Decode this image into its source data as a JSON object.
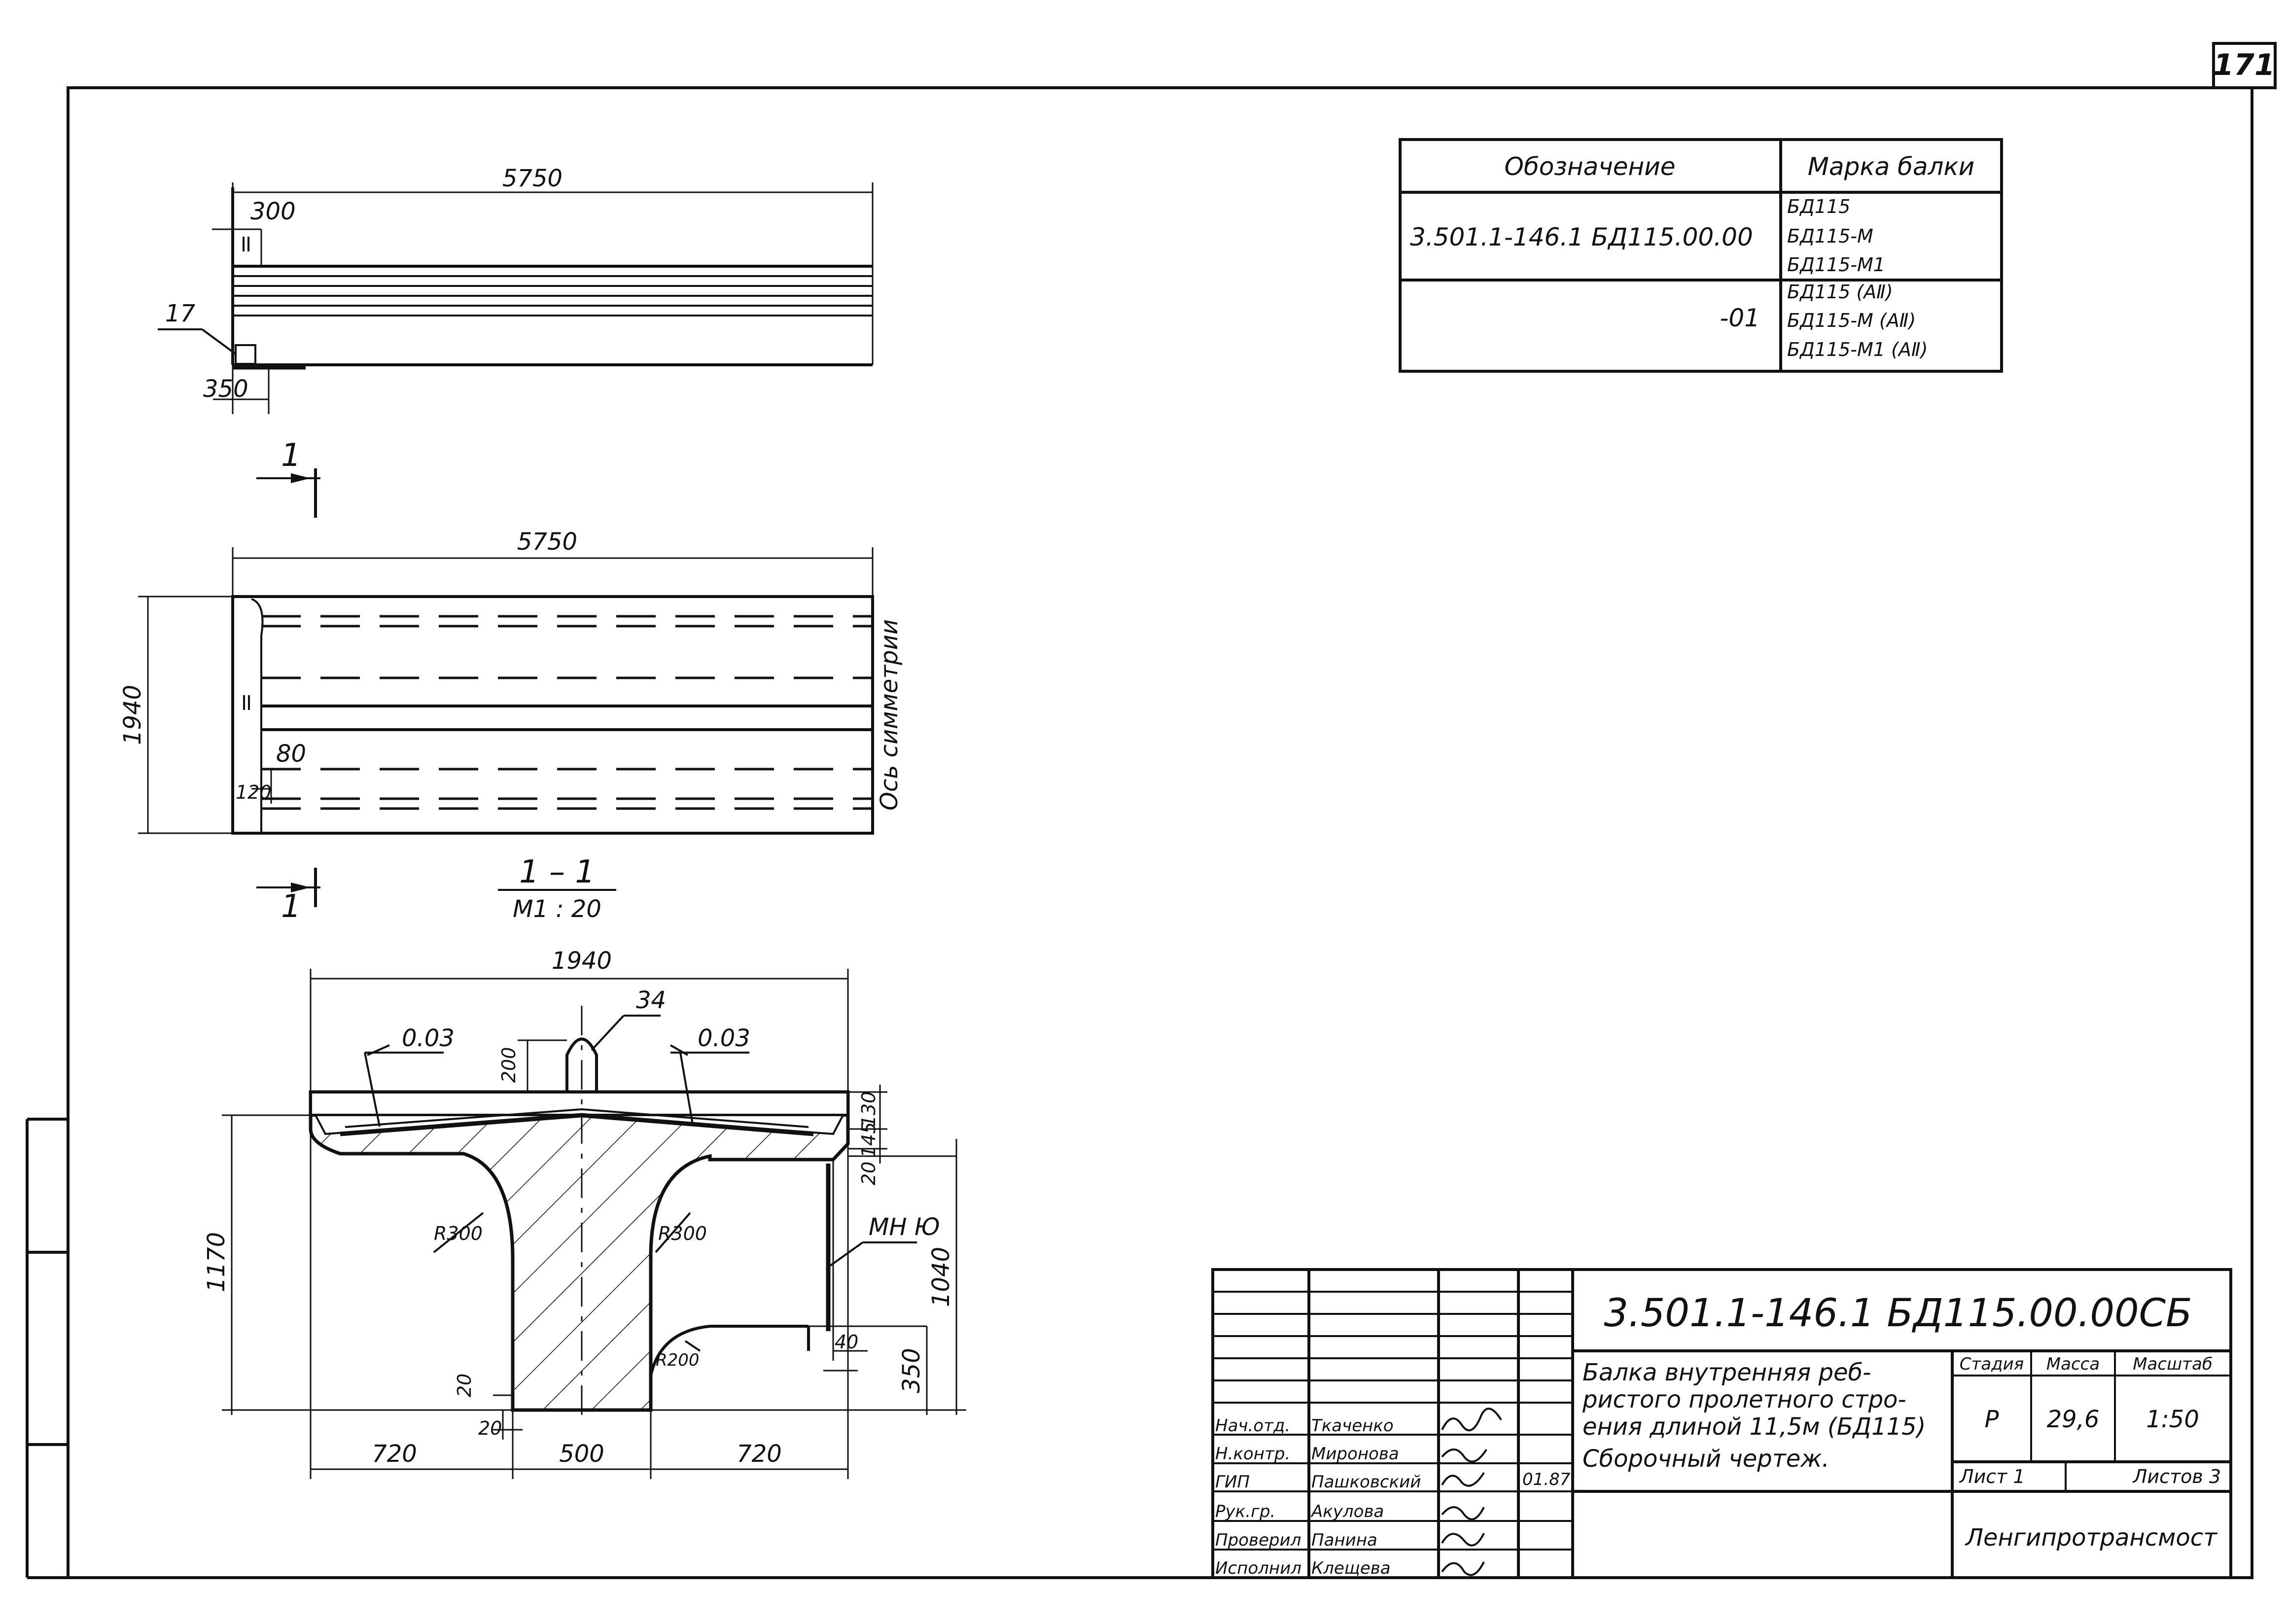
{
  "page_number": "171",
  "spec_table": {
    "header_designation": "Обозначение",
    "header_mark": "Марка балки",
    "rows": [
      {
        "designation": "3.501.1-146.1   БД115.00.00",
        "marks": [
          "БД115",
          "БД115-М",
          "БД115-М1"
        ]
      },
      {
        "designation": "-01",
        "marks": [
          "БД115 (АⅡ)",
          "БД115-М (АⅡ)",
          "БД115-М1 (АⅡ)"
        ]
      }
    ]
  },
  "top_view": {
    "length": "5750",
    "dim_300": "300",
    "dim_350": "350",
    "callout_17": "17"
  },
  "plan_view": {
    "length": "5750",
    "width": "1940",
    "dim_80": "80",
    "dim_120": "120",
    "axis_label": "Ось симметрии",
    "section_mark": "1"
  },
  "section": {
    "title": "1 – 1",
    "scale": "М1 : 20",
    "width": "1940",
    "bottom_dims": [
      "720",
      "500",
      "720"
    ],
    "slope_left": "0.03",
    "slope_right": "0.03",
    "callout_34": "34",
    "dim_200": "200",
    "dim_130": "130",
    "dim_145": "145",
    "dim_20a": "20",
    "dim_1170": "1170",
    "dim_1040": "1040",
    "dim_350": "350",
    "dim_40": "40",
    "dim_20b": "20",
    "dim_20c": "20",
    "radius_left": "R300",
    "radius_right": "R300",
    "radius_bottom": "R200",
    "mnyu": "МН Ю"
  },
  "title_block": {
    "doc_code": "3.501.1-146.1   БД115.00.00СБ",
    "description_lines": [
      "Балка внутренняя реб-",
      "ристого пролетного стро-",
      "ения длиной 11,5м (БД115)"
    ],
    "drawing_type": "Сборочный   чертеж.",
    "col_stage": "Стадия",
    "col_mass": "Масса",
    "col_scale": "Масштаб",
    "stage": "Р",
    "mass": "29,6",
    "scale": "1:50",
    "sheet_label": "Лист 1",
    "sheets_label": "Листов 3",
    "organization": "Ленгипротрансмост",
    "date": "01.87",
    "staff": [
      {
        "role": "Нач.отд.",
        "name": "Ткаченко"
      },
      {
        "role": "Н.контр.",
        "name": "Миронова"
      },
      {
        "role": "ГИП",
        "name": "Пашковский"
      },
      {
        "role": "Рук.гр.",
        "name": "Акулова"
      },
      {
        "role": "Проверил",
        "name": "Панина"
      },
      {
        "role": "Исполнил",
        "name": "Клещева"
      }
    ]
  }
}
